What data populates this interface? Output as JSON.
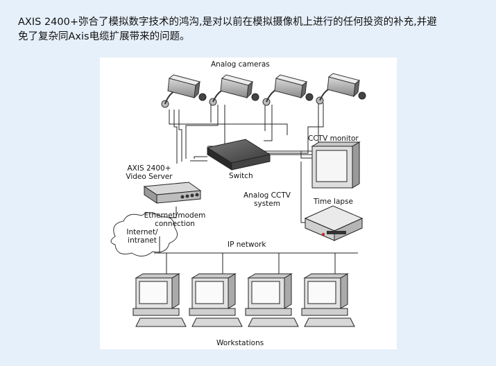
{
  "intro": {
    "line1": "AXIS 2400+弥合了模拟数字技术的鸿沟,是对以前在模拟摄像机上进行的任何投资的补充,并避",
    "line2": "免了复杂同Axis电缆扩展带来的问题。"
  },
  "diagram": {
    "labels": {
      "analog_cameras": "Analog cameras",
      "cctv_monitor": "CCTV monitor",
      "axis_line1": "AXIS 2400+",
      "axis_line2": "Video Server",
      "switch": "Switch",
      "analog_cctv_line1": "Analog CCTV",
      "analog_cctv_line2": "system",
      "time_lapse": "Time lapse",
      "ethernet_line1": "Ethernet/modem",
      "ethernet_line2": "connection",
      "internet_line1": "Internet/",
      "internet_line2": "intranet",
      "ip_network": "IP network",
      "workstations": "Workstations"
    }
  }
}
